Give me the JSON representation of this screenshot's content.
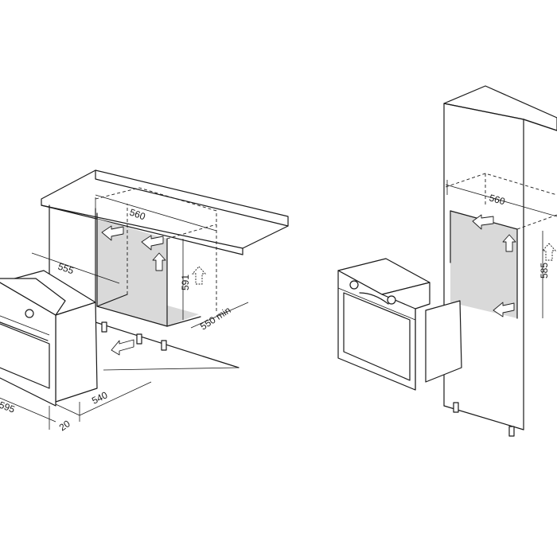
{
  "dimensions": {
    "left_depth": "555",
    "left_width": "560",
    "left_height": "591",
    "left_min_depth": "550 min",
    "left_oven_width": "595",
    "left_oven_depth": "540",
    "left_gap": "20",
    "right_width": "560",
    "right_height": "585"
  },
  "colors": {
    "line": "#1a1a1a",
    "cavity": "#d9d9d9",
    "background": "#ffffff"
  }
}
